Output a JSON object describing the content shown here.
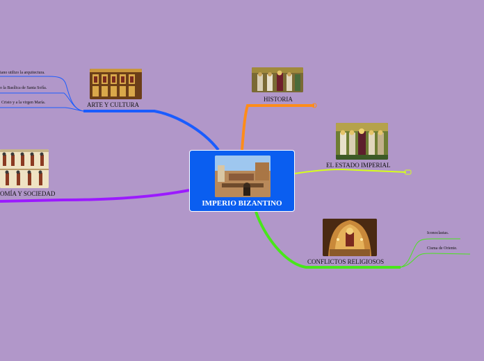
{
  "central": {
    "title": "IMPERIO BIZANTINO"
  },
  "branches": {
    "historia": {
      "label": "HISTORIA"
    },
    "estado": {
      "label": "EL ESTADO IMPERIAL"
    },
    "arte": {
      "label": "ARTE Y CULTURA",
      "subitems": [
        "iano utilizo la arquitectura.",
        "o la Basílica de Santa Sofía.",
        "Cristo y a la virgen María."
      ]
    },
    "economia": {
      "label": "OMÍA Y SOCIEDAD"
    },
    "conflictos": {
      "label": "CONFLICTOS RELIGIOSOS",
      "subitems": [
        "Iconoclastas.",
        "Cisma de Oriente."
      ]
    }
  },
  "colors": {
    "background": "#b197c9",
    "central": "#0a5ef0",
    "historia": "#ff8c1a",
    "estado": "#d6ff1a",
    "arte": "#1a5cff",
    "economia": "#9b1aff",
    "conflictos": "#48e61a"
  }
}
